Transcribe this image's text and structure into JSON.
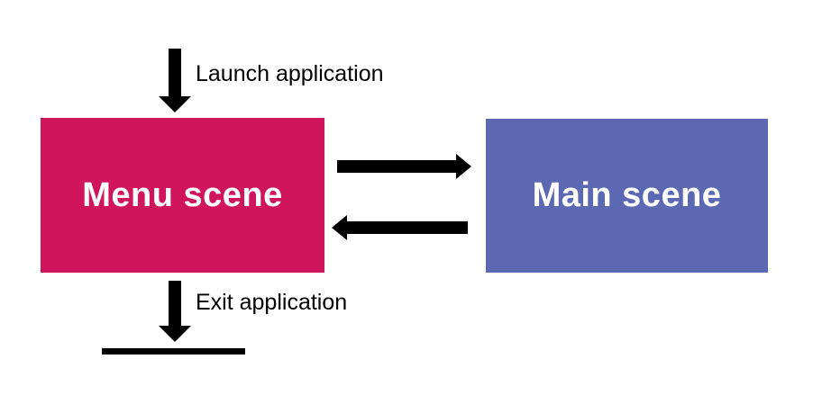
{
  "diagram": {
    "background_color": "#ffffff",
    "arrow_color": "#000000",
    "edge_label_color": "#000000",
    "nodes": {
      "menu_scene": {
        "label": "Menu scene",
        "fill_color": "#d1155c",
        "text_color": "#ffffff"
      },
      "main_scene": {
        "label": "Main scene",
        "fill_color": "#5c69b2",
        "text_color": "#ffffff"
      }
    },
    "transitions": {
      "launch": {
        "label": "Launch application"
      },
      "exit": {
        "label": "Exit application"
      }
    }
  }
}
